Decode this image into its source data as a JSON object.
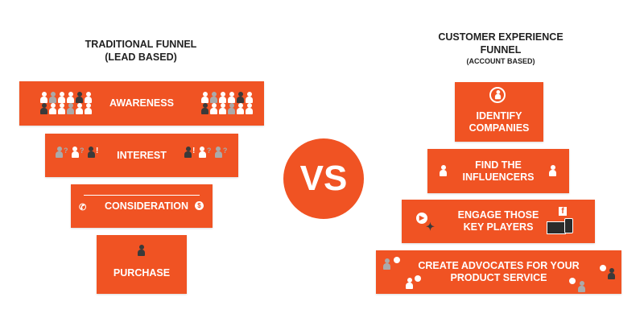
{
  "left": {
    "title": "TRADITIONAL FUNNEL",
    "subtitle": "(LEAD BASED)",
    "stages": [
      {
        "label": "AWARENESS"
      },
      {
        "label": "INTEREST"
      },
      {
        "label": "CONSIDERATION"
      },
      {
        "label": "PURCHASE"
      }
    ]
  },
  "vs": "VS",
  "right": {
    "title": "CUSTOMER EXPERIENCE",
    "title2": "FUNNEL",
    "subtitle": "(ACCOUNT BASED)",
    "stages": [
      {
        "line1": "IDENTIFY",
        "line2": "COMPANIES"
      },
      {
        "line1": "FIND THE",
        "line2": "INFLUENCERS"
      },
      {
        "line1": "ENGAGE THOSE",
        "line2": "KEY PLAYERS"
      },
      {
        "line1": "CREATE ADVOCATES FOR YOUR",
        "line2": "PRODUCT SERVICE"
      }
    ]
  },
  "symbols": {
    "question": "?",
    "exclaim": "!",
    "dollar": "$",
    "facebook": "f"
  },
  "colors": {
    "accent": "#F05323",
    "dark": "#3a3a3a",
    "grey": "#aaaaaa"
  }
}
